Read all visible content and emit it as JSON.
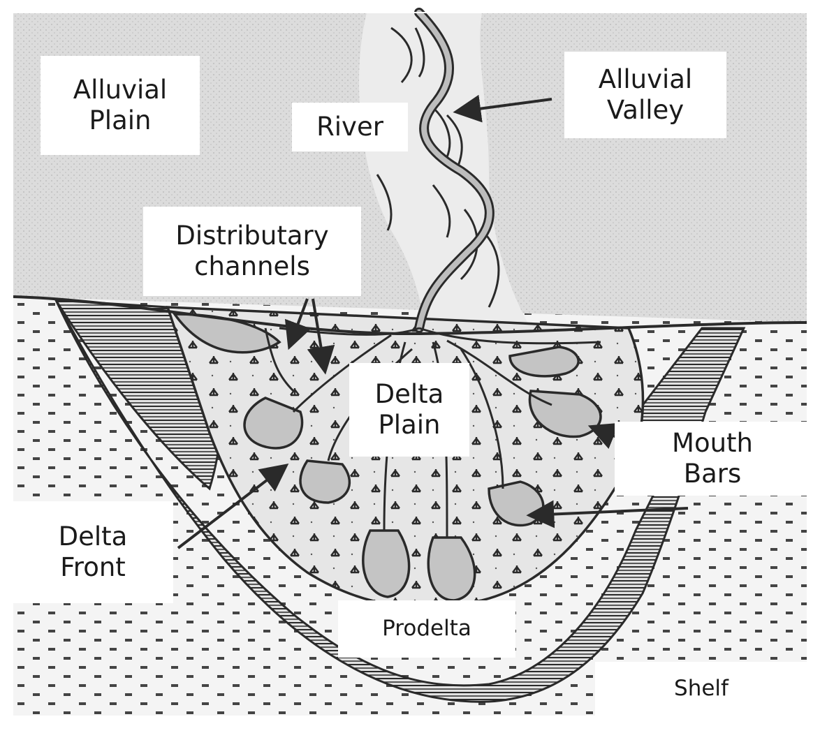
{
  "figure": {
    "labels": {
      "alluvial_plain": [
        "Alluvial",
        "Plain"
      ],
      "river": [
        "River"
      ],
      "alluvial_valley": [
        "Alluvial",
        "Valley"
      ],
      "distributary_channels": [
        "Distributary",
        "channels"
      ],
      "delta_plain": [
        "Delta",
        "Plain"
      ],
      "mouth_bars": [
        "Mouth",
        "Bars"
      ],
      "delta_front": [
        "Delta",
        "Front"
      ],
      "prodelta": [
        "Prodelta"
      ],
      "shelf": [
        "Shelf"
      ]
    },
    "colors": {
      "background": "#dcdcdc",
      "shelf_fill": "#f2f2f2",
      "delta_fill": "#c8c8c8",
      "line": "#2a2a2a",
      "label_bg": "#ffffff"
    }
  }
}
